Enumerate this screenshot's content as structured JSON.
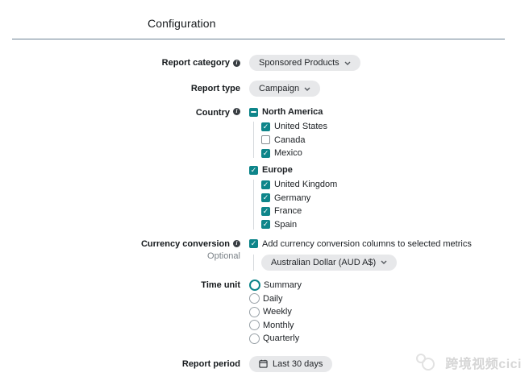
{
  "page": {
    "title": "Configuration"
  },
  "colors": {
    "accent_teal": "#0e858a",
    "divider": "#6b8294",
    "pill_bg": "#e7e8ea"
  },
  "form": {
    "report_category": {
      "label": "Report category",
      "value": "Sponsored Products"
    },
    "report_type": {
      "label": "Report type",
      "value": "Campaign"
    },
    "country": {
      "label": "Country",
      "groups": [
        {
          "label": "North America",
          "state": "indeterminate",
          "children": [
            {
              "label": "United States",
              "checked": true
            },
            {
              "label": "Canada",
              "checked": false
            },
            {
              "label": "Mexico",
              "checked": true
            }
          ]
        },
        {
          "label": "Europe",
          "state": "checked",
          "children": [
            {
              "label": "United Kingdom",
              "checked": true
            },
            {
              "label": "Germany",
              "checked": true
            },
            {
              "label": "France",
              "checked": true
            },
            {
              "label": "Spain",
              "checked": true
            }
          ]
        }
      ]
    },
    "currency_conversion": {
      "label": "Currency conversion",
      "sublabel": "Optional",
      "checked": true,
      "checkbox_label": "Add currency conversion columns to selected metrics",
      "currency_value": "Australian Dollar (AUD A$)"
    },
    "time_unit": {
      "label": "Time unit",
      "options": [
        {
          "label": "Summary",
          "selected": true
        },
        {
          "label": "Daily",
          "selected": false
        },
        {
          "label": "Weekly",
          "selected": false
        },
        {
          "label": "Monthly",
          "selected": false
        },
        {
          "label": "Quarterly",
          "selected": false
        }
      ]
    },
    "report_period": {
      "label": "Report period",
      "value": "Last 30 days"
    }
  },
  "watermark": {
    "text": "跨境视频cici"
  }
}
